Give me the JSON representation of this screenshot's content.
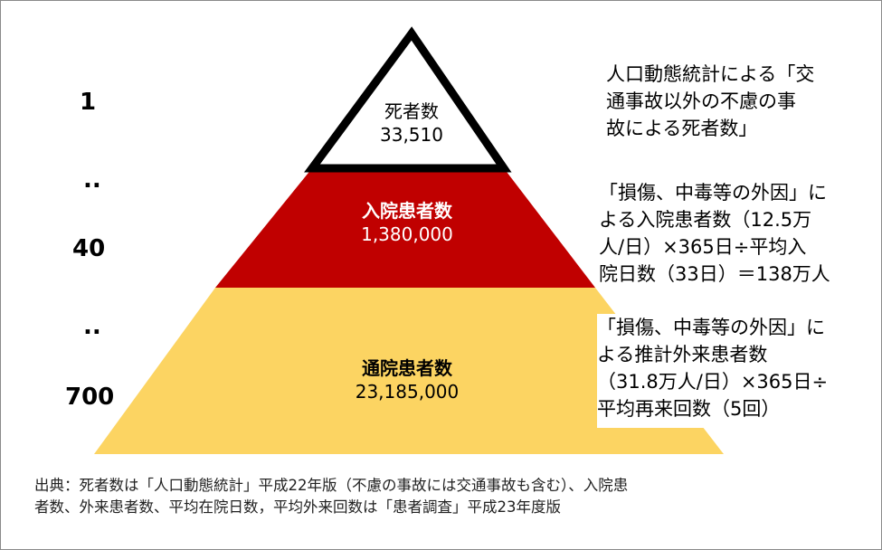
{
  "ratios": [
    "1",
    "..",
    "40",
    "..",
    "700"
  ],
  "tiers": [
    {
      "title": "死者数",
      "value": "33,510",
      "fill": "#ffffff",
      "text_color": "#000000"
    },
    {
      "title": "入院患者数",
      "value": "1,380,000",
      "fill": "#c00000",
      "text_color": "#ffffff"
    },
    {
      "title": "通院患者数",
      "value": "23,185,000",
      "fill": "#fcd462",
      "text_color": "#000000"
    }
  ],
  "notes": [
    "人口動態統計による「交\n通事故以外の不慮の事\n故による死者数」",
    "「損傷、中毒等の外因」に\nよる入院患者数（12.5万\n人/日）×365日÷平均入\n院日数（33日）＝138万人",
    "「損傷、中毒等の外因」に\nよる推計外来患者数\n（31.8万人/日）×365日÷\n平均再来回数（5回）"
  ],
  "source": "出典：死者数は「人口動態統計」平成22年版（不慮の事故には交通事故も含む）、入院患\n者数、外来患者数、平均在院日数，平均外来回数は「患者調査」平成23年度版",
  "colors": {
    "outline": "#000000",
    "border": "#8a8a8a"
  }
}
